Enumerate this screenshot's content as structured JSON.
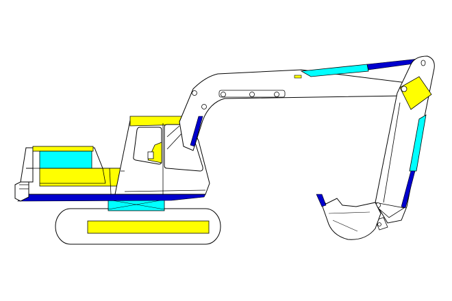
{
  "drawing": {
    "subject": "excavator-side-view",
    "colors": {
      "background": "#ffffff",
      "outline": "#000000",
      "highlight_yellow": "#ffff00",
      "hydraulic_cyan": "#00ffff",
      "rod_blue": "#0000cc"
    },
    "parts": [
      "undercarriage-track",
      "track-frame",
      "swing-ring",
      "upper-frame-blue",
      "counterweight",
      "engine-hood",
      "cab",
      "boom",
      "boom-cylinder",
      "arm-cylinder",
      "arm",
      "bucket-cylinder",
      "bucket-linkage",
      "bucket"
    ]
  }
}
